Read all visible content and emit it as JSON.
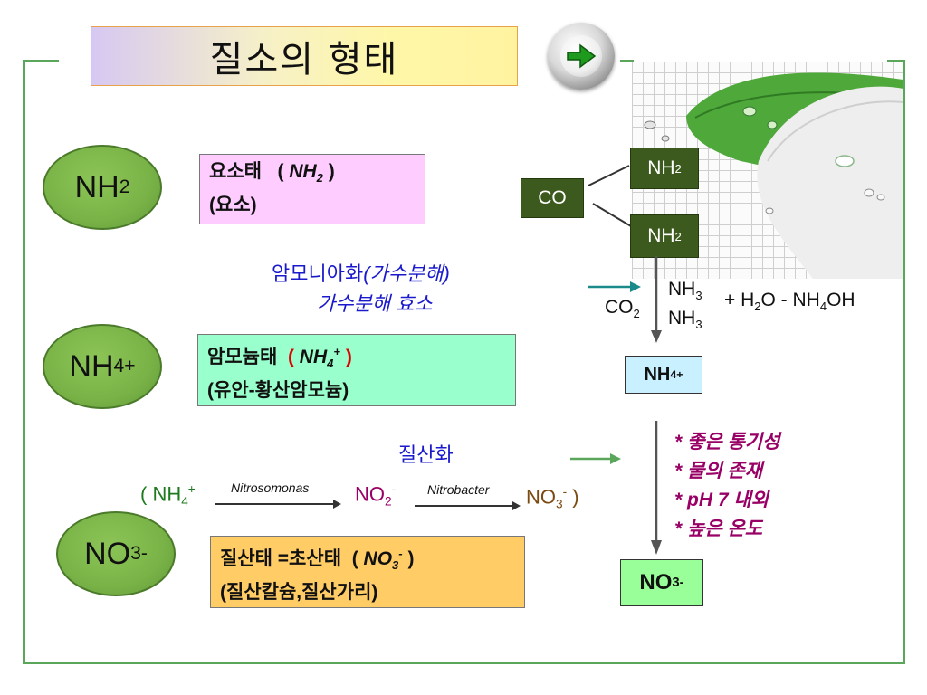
{
  "title": "질소의 형태",
  "ovals": {
    "nh2": {
      "base": "NH",
      "sub": "2"
    },
    "nh4": {
      "base": "NH",
      "sub": "4",
      "sup": "+"
    },
    "no3": {
      "base": "NO",
      "sub": "3",
      "sup": "-"
    }
  },
  "urea_box": {
    "line1_prefix": "요소태",
    "formula_base": "NH",
    "formula_sub": "2",
    "line2": "(요소)"
  },
  "ammonium_box": {
    "line1_prefix": "암모늄태",
    "formula_base": "NH",
    "formula_sub": "4",
    "formula_sup": "+",
    "line2": "(유안-황산암모늄)"
  },
  "nitrate_box": {
    "line1_prefix": "질산태 =초산태",
    "formula_base": "NO",
    "formula_sub": "3",
    "formula_sup": "-",
    "line2": "(질산칼슘,질산가리)"
  },
  "ammonification": {
    "label_plain": "암모니아화",
    "label_italic": "(가수분해)",
    "enzyme": "가수분해 효소"
  },
  "nitrification": {
    "label": "질산화",
    "start_base": "( NH",
    "start_sub": "4",
    "start_sup": "+",
    "organism1": "Nitrosomonas",
    "mid_base": "NO",
    "mid_sub": "2",
    "mid_sup": "-",
    "organism2": "Nitrobacter",
    "end_base": "NO",
    "end_sub": "3",
    "end_sup": "-",
    "end_paren": " )"
  },
  "urea_structure": {
    "co": "CO",
    "nh2_top_base": "NH",
    "nh2_top_sub": "2",
    "nh2_bottom_base": "NH",
    "nh2_bottom_sub": "2"
  },
  "hydrolysis": {
    "co2_base": "CO",
    "co2_sub": "2",
    "nh3_base": "NH",
    "nh3_sub": "3",
    "plus_h2o": "+ H",
    "h2o_sub": "2",
    "h2o_rest": "O - NH",
    "nh4oh_sub": "4",
    "nh4oh_rest": "OH"
  },
  "right_nh4": {
    "base": "NH",
    "sub": "4",
    "sup": "+"
  },
  "conditions": [
    "* 좋은 통기성",
    "* 물의 존재",
    "* pH 7 내외",
    "* 높은 온도"
  ],
  "right_no3": {
    "base": "NO",
    "sub": "3",
    "sup": "-"
  },
  "colors": {
    "frame": "#5aa65a",
    "oval": "#79b347",
    "urea_box": "#ffccff",
    "ammonium_box": "#99ffcc",
    "nitrate_box": "#ffcc66",
    "dark_box": "#3d5a1e",
    "blue_text": "#1a1acc",
    "condition_text": "#990066",
    "teal_arrow": "#1a8a8a",
    "green_arrow": "#5aa65a"
  }
}
